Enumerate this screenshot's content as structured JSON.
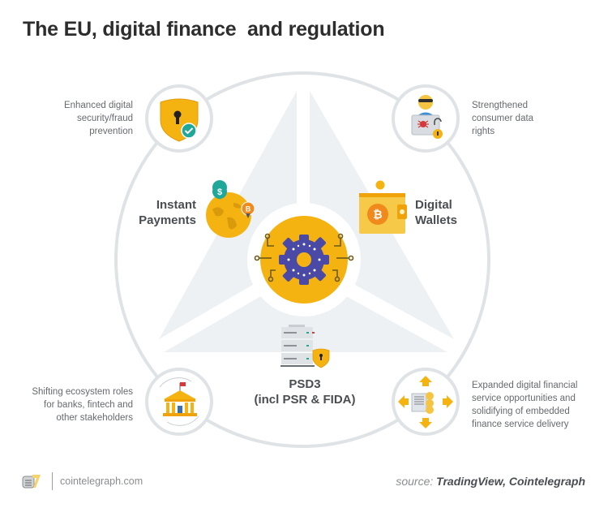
{
  "title": "The EU, digital finance  and regulation",
  "center": {
    "icon": "gear-circuit-icon",
    "color_circle": "#f5b312",
    "color_gear": "#4a4aa6"
  },
  "pillars": [
    {
      "label_line1": "Instant",
      "label_line2": "Payments",
      "icon": "globe-payments-icon"
    },
    {
      "label_line1": "Digital",
      "label_line2": "Wallets",
      "icon": "bitcoin-wallet-icon"
    },
    {
      "label_line1": "PSD3",
      "label_line2": "(incl PSR & FIDA)",
      "icon": "secure-server-icon"
    }
  ],
  "outcomes": [
    {
      "position": "top-left",
      "lines": [
        "Enhanced digital",
        "security/fraud",
        "prevention"
      ],
      "icon": "shield-lock-icon"
    },
    {
      "position": "top-right",
      "lines": [
        "Strengthened",
        "consumer data",
        "rights"
      ],
      "icon": "hacker-laptop-icon"
    },
    {
      "position": "bottom-left",
      "lines": [
        "Shifting ecosystem roles",
        "for banks, fintech and",
        "other stakeholders"
      ],
      "icon": "bank-building-icon"
    },
    {
      "position": "bottom-right",
      "lines": [
        "Expanded digital financial",
        "service opportunities and",
        "solidifying of embedded",
        "finance service delivery"
      ],
      "icon": "expansion-arrows-icon"
    }
  ],
  "footer": {
    "site": "cointelegraph.com",
    "source_prefix": "source: ",
    "source_names": "TradingView, Cointelegraph"
  },
  "colors": {
    "ring": "#dfe3e6",
    "triangle": "#edf1f3",
    "accent_yellow": "#f5b312",
    "accent_orange": "#f08a1c",
    "teal": "#1fa89a"
  }
}
